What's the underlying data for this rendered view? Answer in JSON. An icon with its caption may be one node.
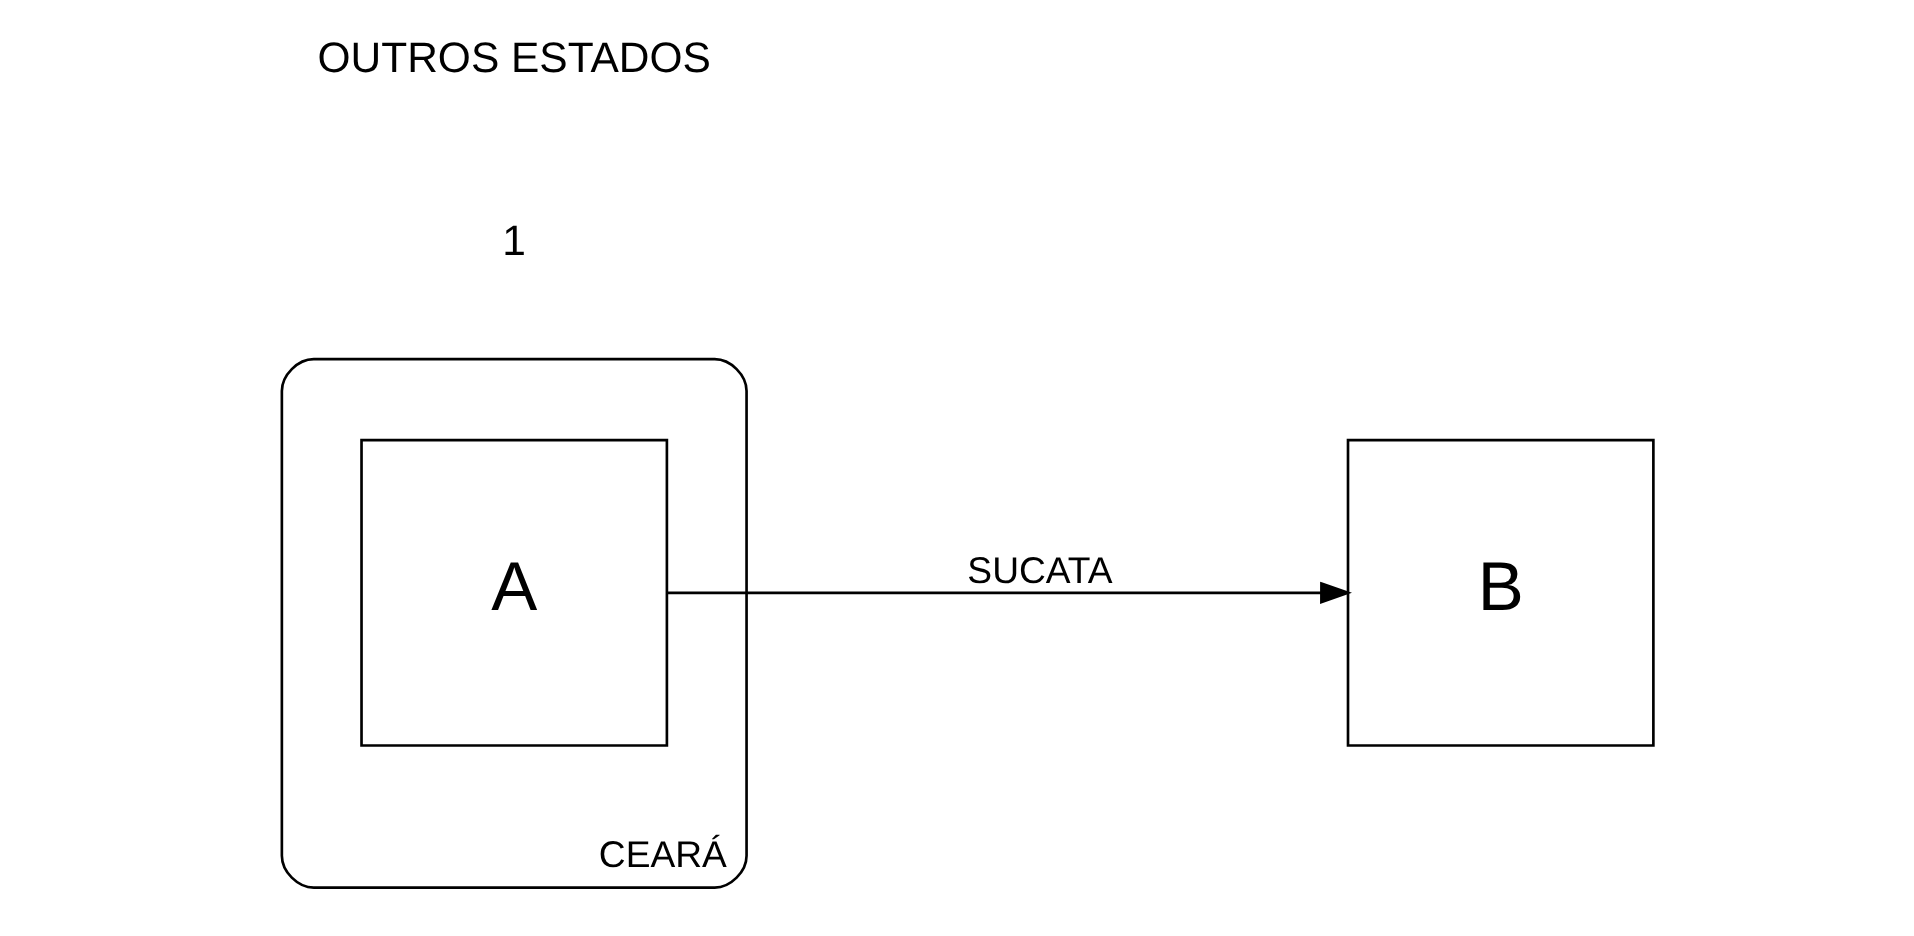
{
  "diagram": {
    "nodes": [
      {
        "text": [
          "CEARÁ"
        ]
      },
      {
        "text": [
          "A"
        ],
        "in": 0
      },
      {
        "text": [
          "B"
        ]
      }
    ],
    "edges": [
      {
        "from": 1,
        "to": 2,
        "arrow": "to",
        "label": "SUCATA"
      }
    ],
    "labels": [
      "1",
      "OUTROS ESTADOS"
    ]
  }
}
